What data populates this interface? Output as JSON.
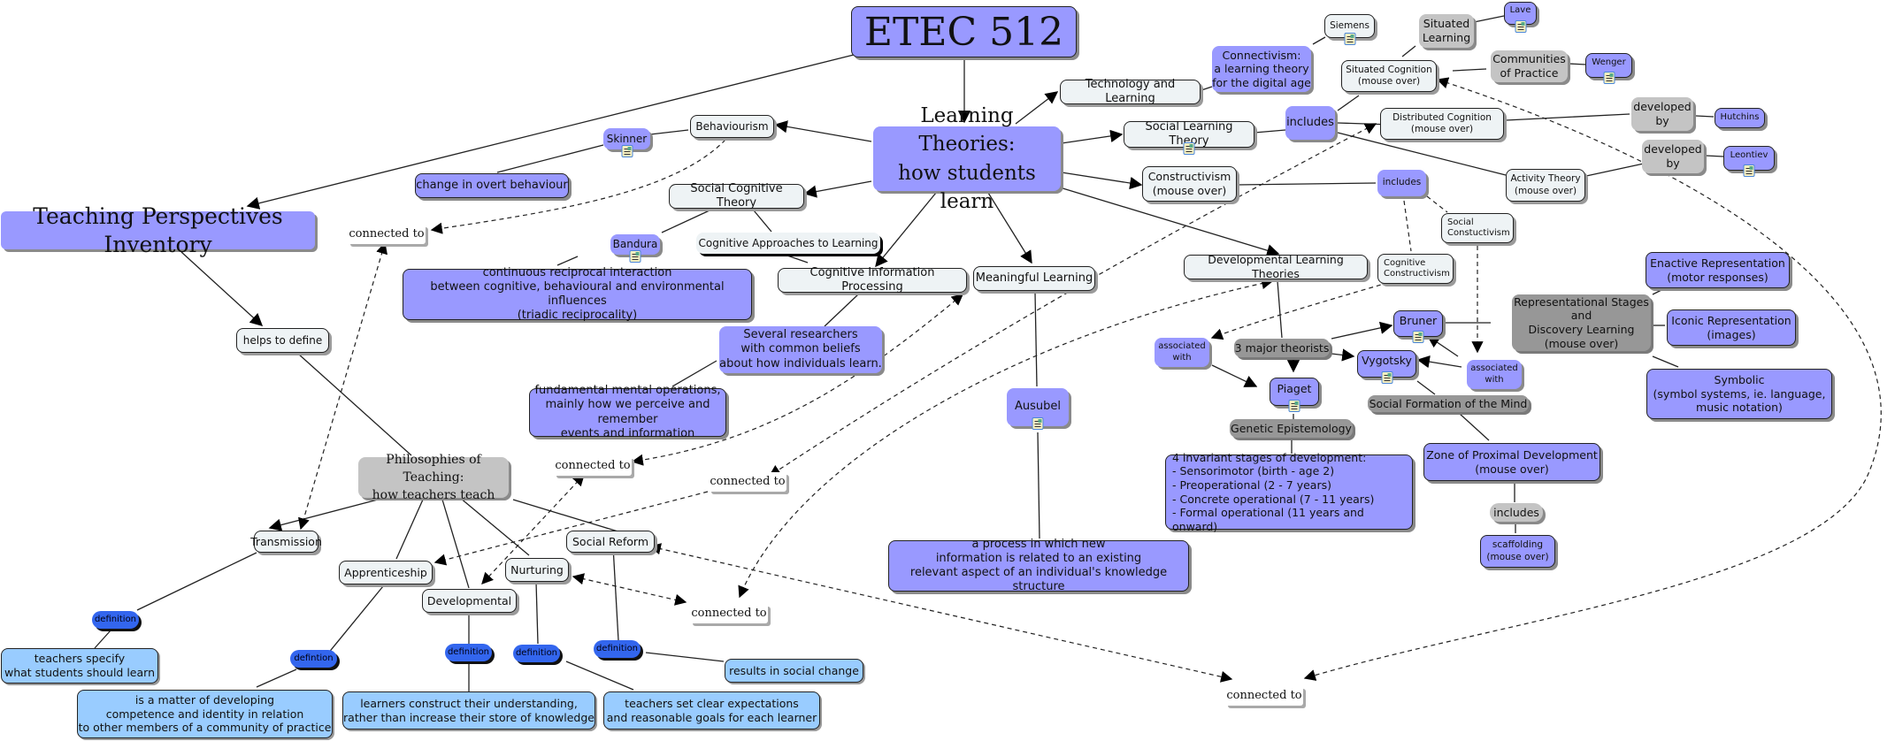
{
  "title": "ETEC 512",
  "nodes": {
    "etec": "ETEC 512",
    "learning_theories": "Learning Theories:\nhow students learn",
    "teaching_perspectives": "Teaching Perspectives Inventory",
    "helps_to_define": "helps to define",
    "philosophies": "Philosophies of Teaching:\nhow teachers teach",
    "behaviourism": "Behaviourism",
    "skinner": "Skinner",
    "change_overt": "change in overt behaviour",
    "social_cognitive": "Social Cognitive Theory",
    "bandura": "Bandura",
    "triadic": "continuous reciprocal interaction\nbetween cognitive, behavioural and environmental influences\n(triadic reciprocality)",
    "cognitive_approaches": "Cognitive Approaches to Learning",
    "cognitive_info": "Cognitive Information Processing",
    "several_researchers": "Several researchers\nwith common beliefs\nabout how individuals learn.",
    "fundamental_ops": "fundamental mental operations,\nmainly how we perceive and remember\nevents and information",
    "meaningful": "Meaningful Learning",
    "ausubel": "Ausubel",
    "process_new_info": "a process in which new\ninformation is related to an existing\nrelevant aspect of an individual's knowledge structure",
    "tech_learning": "Technology and Learning",
    "connectivism": "Connectivism:\na learning theory\nfor the digital age",
    "siemens": "Siemens",
    "social_learning": "Social Learning Theory",
    "includes_slt": "includes",
    "situated_cognition": "Situated Cognition\n(mouse over)",
    "situated_learning": "Situated\nLearning",
    "lave": "Lave",
    "communities": "Communities\nof Practice",
    "wenger": "Wenger",
    "distributed": "Distributed Cognition\n(mouse over)",
    "developed_by_1": "developed\nby",
    "hutchins": "Hutchins",
    "activity": "Activity Theory\n(mouse over)",
    "developed_by_2": "developed\nby",
    "leontiev": "Leontiev",
    "constructivism": "Constructivism\n(mouse over)",
    "includes_con": "includes",
    "social_constructivism": "Social\nConstuctivism",
    "cognitive_constructivism": "Cognitive\nConstructivism",
    "developmental_lt": "Developmental Learning Theories",
    "three_theorists": "3 major theorists",
    "associated_with_1": "associated\nwith",
    "associated_with_2": "associated\nwith",
    "bruner": "Bruner",
    "vygotsky": "Vygotsky",
    "piaget": "Piaget",
    "genetic_epistemology": "Genetic Epistemology",
    "four_stages": "4 invariant stages of development:\n- Sensorimotor (birth - age 2)\n- Preoperational (2 - 7 years)\n- Concrete operational (7 - 11 years)\n- Formal operational (11 years and onward)",
    "social_formation": "Social Formation of the Mind",
    "zpd": "Zone of Proximal Development\n(mouse over)",
    "includes_zpd": "includes",
    "scaffolding": "scaffolding\n(mouse over)",
    "representational": "Representational Stages\nand\nDiscovery Learning\n(mouse over)",
    "enactive": "Enactive Representation\n(motor responses)",
    "iconic": "Iconic Representation\n(images)",
    "symbolic": "Symbolic\n(symbol systems, ie. language,\nmusic notation)",
    "transmission": "Transmission",
    "apprenticeship": "Apprenticeship",
    "developmental": "Developmental",
    "nurturing": "Nurturing",
    "social_reform": "Social Reform",
    "def_transmission": "definition",
    "def_apprenticeship": "defintion",
    "def_developmental": "definition",
    "def_nurturing": "definition",
    "def_social_reform": "definition",
    "teachers_specify": "teachers specify\nwhat students should learn",
    "matter_developing": "is a matter of developing\ncompetence and identity in relation\nto other members of a community of practice",
    "learners_construct": "learners construct their understanding,\nrather than increase their store of knowledge",
    "teachers_set": "teachers set clear expectations\nand reasonable goals for each learner",
    "social_change": "results in social change",
    "connected_1": "connected to",
    "connected_2": "connected to",
    "connected_3": "connected to",
    "connected_4": "connected to",
    "connected_5": "connected to"
  },
  "icons": {
    "resource": "document-icon"
  },
  "colors": {
    "concept": "#eef3f5",
    "theorist": "#9999ff",
    "gray_linker": "#c4c4c4",
    "dark_linker": "#979797",
    "definition": "#3366ee",
    "definition_text": "#99ccff"
  }
}
